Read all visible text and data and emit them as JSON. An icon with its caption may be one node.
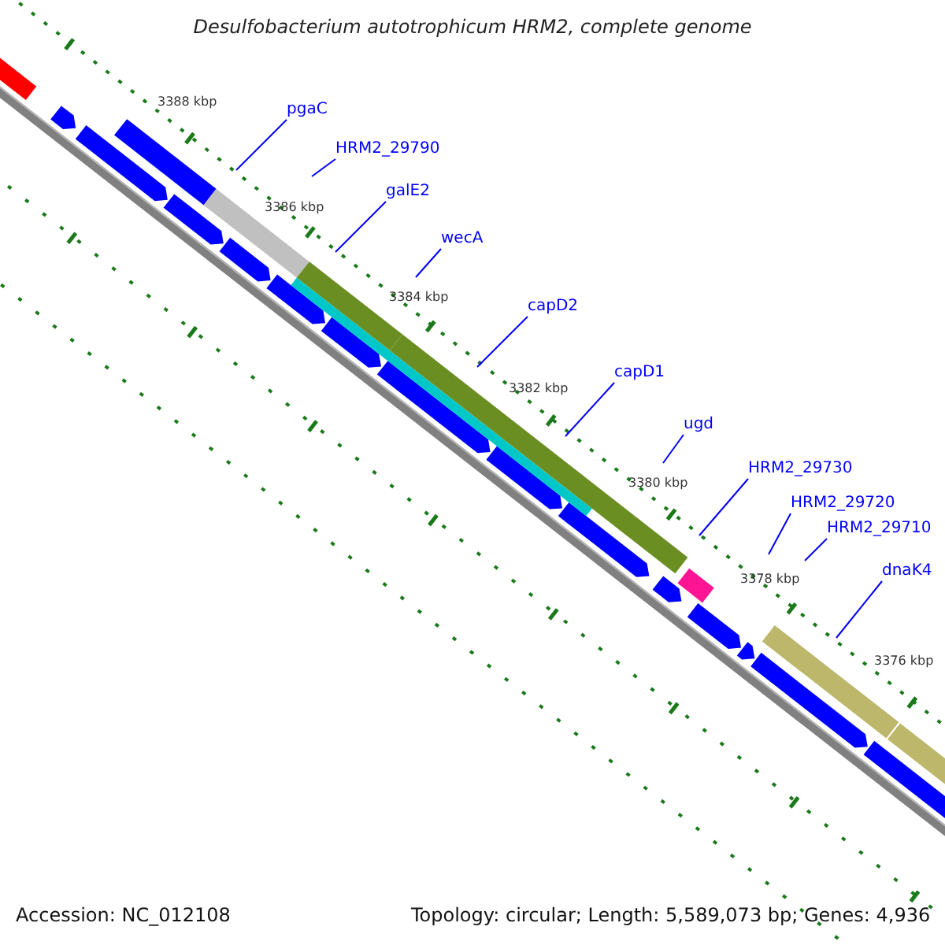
{
  "diagram": {
    "title": "Desulfobacterium autotrophicum HRM2, complete genome",
    "nodes": [
      {
        "text": [
          "pgaC"
        ]
      },
      {
        "text": [
          "HRM2_29790"
        ]
      },
      {
        "text": [
          "galE2"
        ]
      },
      {
        "text": [
          "wecA"
        ]
      },
      {
        "text": [
          "capD2"
        ]
      },
      {
        "text": [
          "capD1"
        ]
      },
      {
        "text": [
          "ugd"
        ]
      },
      {
        "text": [
          "HRM2_29730"
        ]
      },
      {
        "text": [
          "HRM2_29720"
        ]
      },
      {
        "text": [
          "HRM2_29710"
        ]
      },
      {
        "text": [
          "dnaK4"
        ]
      }
    ],
    "edges": [
      {
        "from": 0,
        "to": null,
        "arrow": "none"
      },
      {
        "from": 1,
        "to": null,
        "arrow": "none"
      },
      {
        "from": 2,
        "to": null,
        "arrow": "none"
      },
      {
        "from": 3,
        "to": null,
        "arrow": "none"
      },
      {
        "from": 4,
        "to": null,
        "arrow": "none"
      },
      {
        "from": 5,
        "to": null,
        "arrow": "none"
      },
      {
        "from": 6,
        "to": null,
        "arrow": "none"
      },
      {
        "from": 7,
        "to": null,
        "arrow": "none"
      },
      {
        "from": 8,
        "to": null,
        "arrow": "none"
      },
      {
        "from": 9,
        "to": null,
        "arrow": "none"
      },
      {
        "from": 10,
        "to": null,
        "arrow": "none"
      }
    ],
    "labels": [
      "3388 kbp",
      "3386 kbp",
      "3384 kbp",
      "3382 kbp",
      "3380 kbp",
      "3378 kbp",
      "3376 kbp",
      "Accession: NC_012108",
      "Topology: circular; Length: 5,589,073 bp; Genes: 4,936"
    ]
  }
}
